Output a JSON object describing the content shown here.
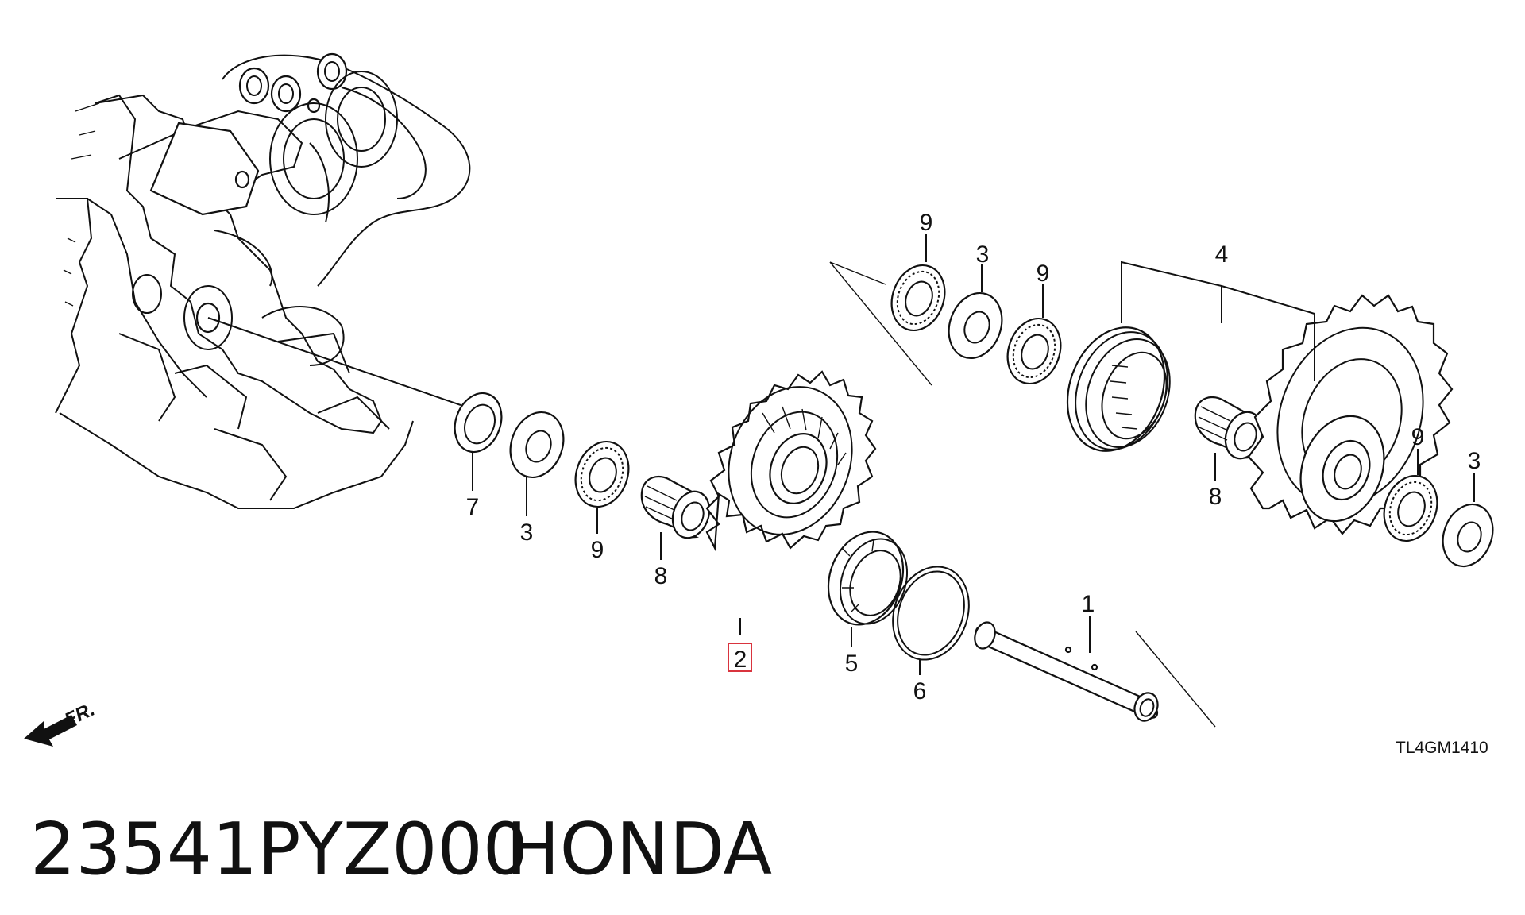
{
  "diagram": {
    "code": "TL4GM1410",
    "front_marker": "FR.",
    "callouts": [
      {
        "id": "c9a",
        "label": "9"
      },
      {
        "id": "c3a",
        "label": "3"
      },
      {
        "id": "c9b",
        "label": "9"
      },
      {
        "id": "c4",
        "label": "4"
      },
      {
        "id": "c7",
        "label": "7"
      },
      {
        "id": "c3b",
        "label": "3"
      },
      {
        "id": "c9c",
        "label": "9"
      },
      {
        "id": "c8a",
        "label": "8"
      },
      {
        "id": "c2",
        "label": "2",
        "highlighted": true
      },
      {
        "id": "c5",
        "label": "5"
      },
      {
        "id": "c6",
        "label": "6"
      },
      {
        "id": "c1",
        "label": "1"
      },
      {
        "id": "c8b",
        "label": "8"
      },
      {
        "id": "c9d",
        "label": "9"
      },
      {
        "id": "c3c",
        "label": "3"
      }
    ],
    "highlight_color": "#d9343e"
  },
  "footer": {
    "part_number": "23541PYZ000",
    "brand": "HONDA"
  }
}
